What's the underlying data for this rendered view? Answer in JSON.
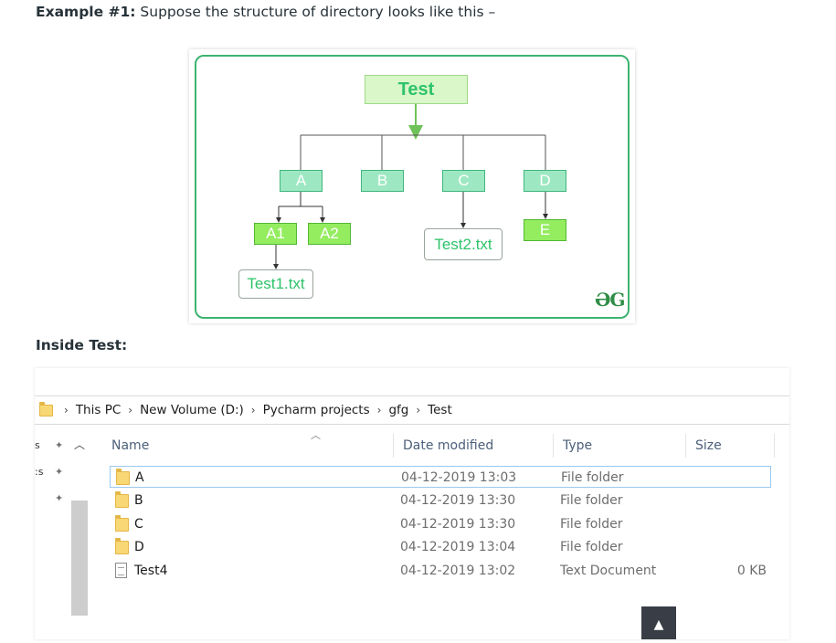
{
  "intro": {
    "bold": "Example #1:",
    "text": "Suppose the structure of directory looks like this –"
  },
  "diagram": {
    "root": "Test",
    "folders": [
      "A",
      "B",
      "C",
      "D"
    ],
    "subfolders": [
      "A1",
      "A2"
    ],
    "e_node": "E",
    "files": [
      "Test1.txt",
      "Test2.txt"
    ],
    "logo": "ƏG"
  },
  "subheading": "Inside Test:",
  "explorer": {
    "breadcrumb": [
      "This PC",
      "New Volume (D:)",
      "Pycharm projects",
      "gfg",
      "Test"
    ],
    "nav_chars": [
      "s",
      ":s"
    ],
    "columns": [
      "Name",
      "Date modified",
      "Type",
      "Size"
    ],
    "rows": [
      {
        "name": "A",
        "date": "04-12-2019 13:03",
        "type": "File folder",
        "size": "",
        "kind": "folder"
      },
      {
        "name": "B",
        "date": "04-12-2019 13:30",
        "type": "File folder",
        "size": "",
        "kind": "folder"
      },
      {
        "name": "C",
        "date": "04-12-2019 13:30",
        "type": "File folder",
        "size": "",
        "kind": "folder"
      },
      {
        "name": "D",
        "date": "04-12-2019 13:04",
        "type": "File folder",
        "size": "",
        "kind": "folder"
      },
      {
        "name": "Test4",
        "date": "04-12-2019 13:02",
        "type": "Text Document",
        "size": "0 KB",
        "kind": "file"
      }
    ]
  },
  "scroll_top_icon": "▲"
}
